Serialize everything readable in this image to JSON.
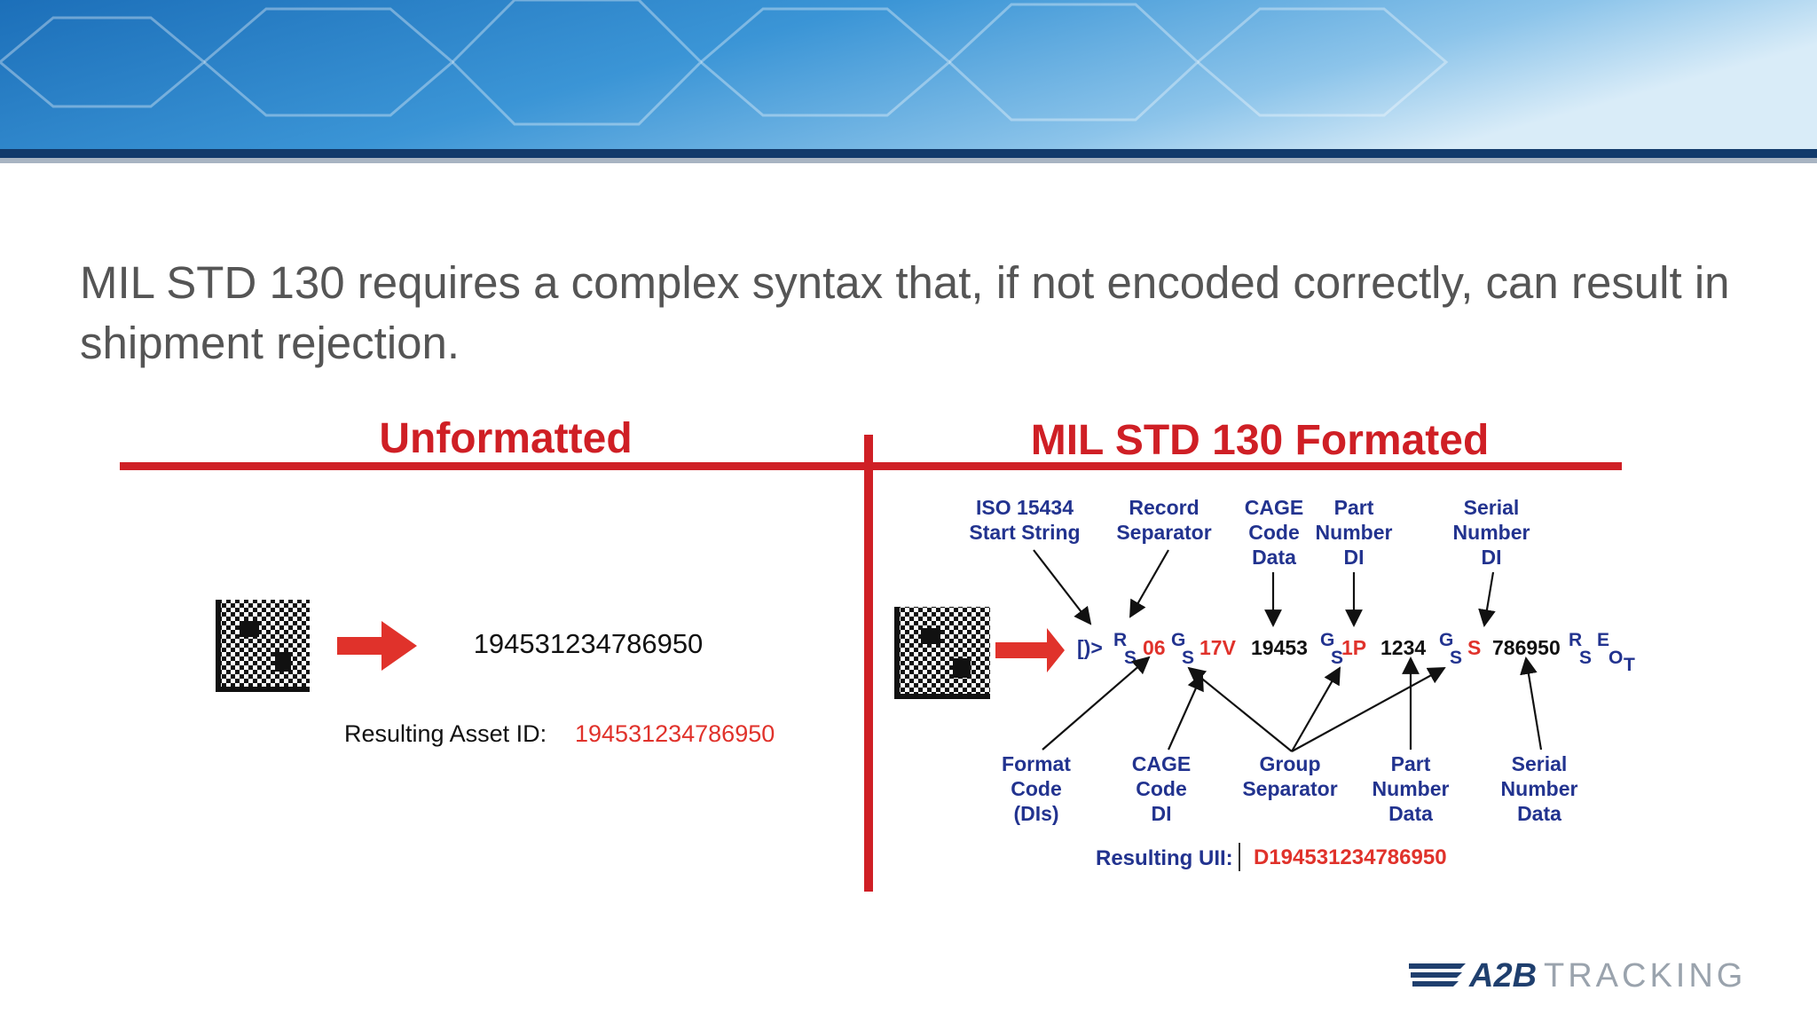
{
  "headline": "MIL STD 130 requires a complex syntax that, if not encoded correctly, can result in shipment rejection.",
  "colors": {
    "accent_red": "#cf1f25",
    "label_navy": "#22338f",
    "banner_blue": "#1f6fb8",
    "banner_rule": "#123a6b"
  },
  "unformatted": {
    "title": "Unformatted",
    "raw_value": "194531234786950",
    "result_label": "Resulting Asset ID:",
    "result_value": "194531234786950"
  },
  "formatted": {
    "title": "MIL STD 130 Formated",
    "sequence": [
      {
        "text": "[)>",
        "color": "navy"
      },
      {
        "text": "R",
        "color": "navy",
        "style": "sup"
      },
      {
        "text": "S",
        "color": "navy",
        "style": "sub"
      },
      {
        "text": "06",
        "color": "red"
      },
      {
        "text": "G",
        "color": "navy",
        "style": "sup"
      },
      {
        "text": "S",
        "color": "navy",
        "style": "sub"
      },
      {
        "text": "17V",
        "color": "red"
      },
      {
        "text": "19453",
        "color": "black"
      },
      {
        "text": "G",
        "color": "navy",
        "style": "sup"
      },
      {
        "text": "S",
        "color": "navy",
        "style": "sub"
      },
      {
        "text": "1P",
        "color": "red"
      },
      {
        "text": "1234",
        "color": "black"
      },
      {
        "text": "G",
        "color": "navy",
        "style": "sup"
      },
      {
        "text": "S",
        "color": "navy",
        "style": "sub"
      },
      {
        "text": "S",
        "color": "red"
      },
      {
        "text": "786950",
        "color": "black"
      },
      {
        "text": "R",
        "color": "navy",
        "style": "sup"
      },
      {
        "text": "S",
        "color": "navy",
        "style": "sub"
      },
      {
        "text": "E",
        "color": "navy",
        "style": "sup"
      },
      {
        "text": "O",
        "color": "navy",
        "style": "sub"
      },
      {
        "text": "T",
        "color": "navy",
        "style": "subsub"
      }
    ],
    "top_labels": {
      "iso_start": [
        "ISO 15434",
        "Start String"
      ],
      "record_sep": [
        "Record",
        "Separator"
      ],
      "cage_data": [
        "CAGE",
        "Code",
        "Data"
      ],
      "part_di": [
        "Part",
        "Number",
        "DI"
      ],
      "serial_di": [
        "Serial",
        "Number",
        "DI"
      ]
    },
    "bottom_labels": {
      "format_code": [
        "Format",
        "Code",
        "(DIs)"
      ],
      "cage_di": [
        "CAGE",
        "Code",
        "DI"
      ],
      "group_sep": [
        "Group",
        "Separator"
      ],
      "part_data": [
        "Part",
        "Number",
        "Data"
      ],
      "serial_data": [
        "Serial",
        "Number",
        "Data"
      ]
    },
    "result_label": "Resulting UII:",
    "result_value": "D194531234786950"
  },
  "logo": {
    "brand_bold": "A2B",
    "brand_light": "TRACKING"
  },
  "icons": [
    "datamatrix-code-icon",
    "right-arrow-icon",
    "a2b-wings-logo-icon"
  ]
}
